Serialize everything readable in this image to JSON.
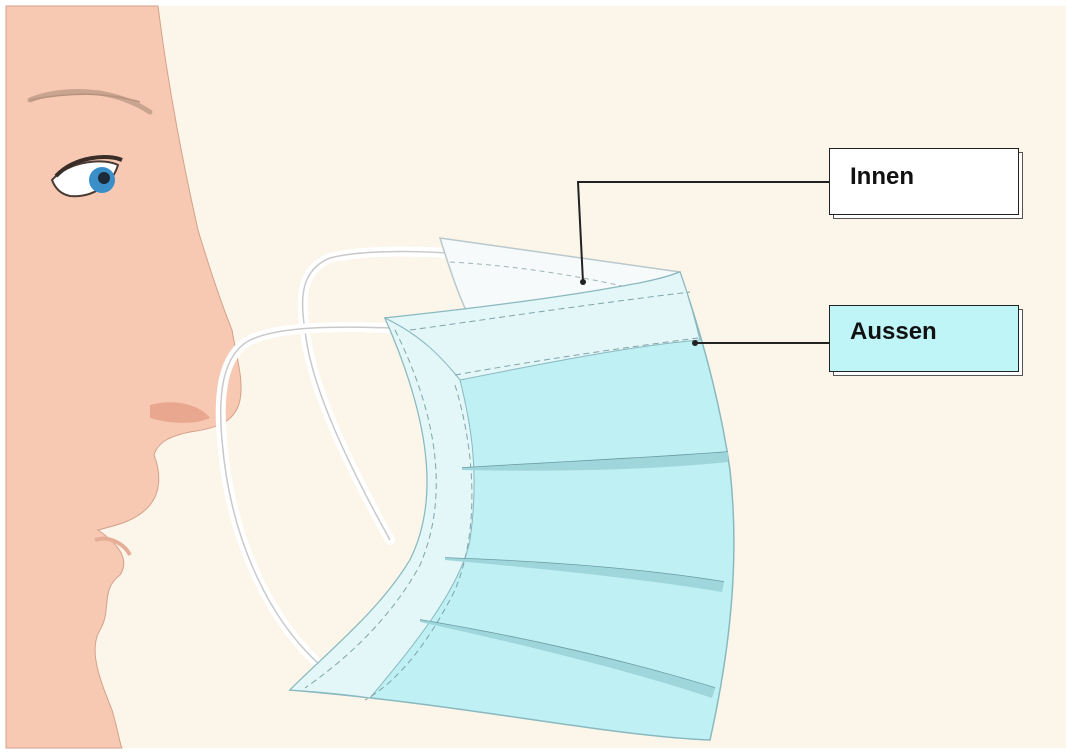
{
  "labels": {
    "inner": "Innen",
    "outer": "Aussen"
  },
  "colors": {
    "background": "#fcf6ea",
    "skin": "#f7c9b3",
    "mask_outer": "#bff0f3",
    "mask_inner": "#f7fafb",
    "ear_loop": "#f4f4f4",
    "label_outer_fill": "#bff5f7",
    "label_inner_fill": "#ffffff"
  },
  "icons": [
    "face-illustration",
    "surgical-mask-illustration",
    "ear-loop"
  ]
}
